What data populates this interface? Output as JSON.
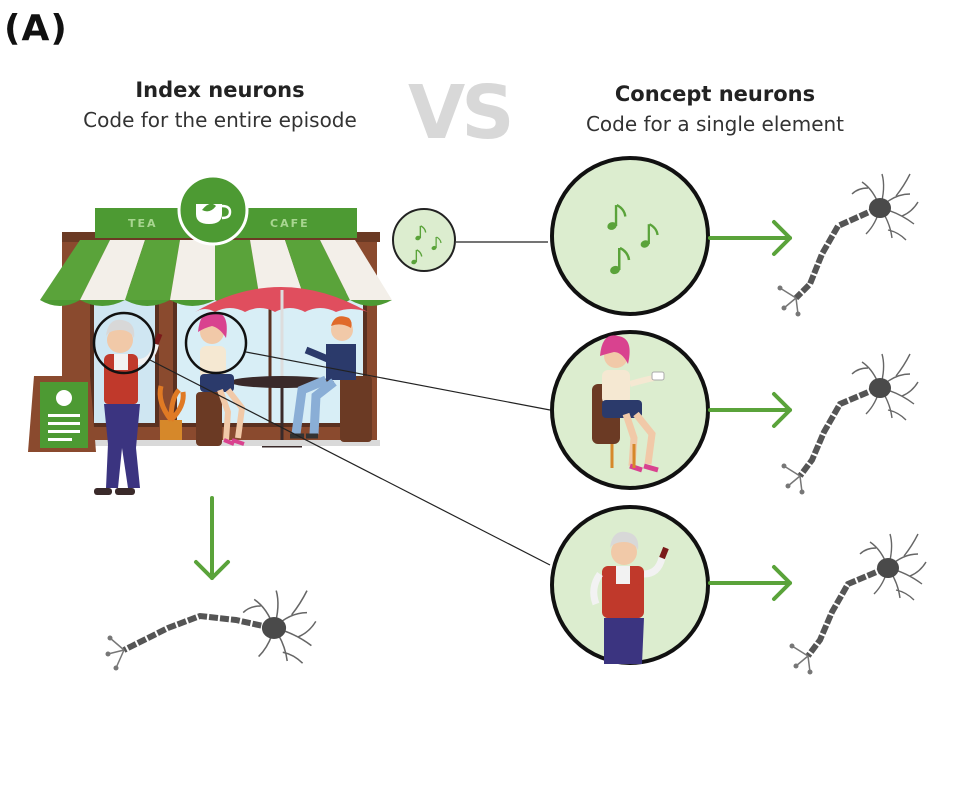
{
  "panel_label": "(A)",
  "vs_text": "VS",
  "left_heading": {
    "title": "Index neurons",
    "subtitle": "Code for the entire episode"
  },
  "right_heading": {
    "title": "Concept neurons",
    "subtitle": "Code for a single element"
  },
  "cafe_sign": {
    "left_word": "TEA",
    "right_word": "CAFE"
  },
  "concepts": [
    "music-notes",
    "woman-with-cup",
    "old-man-with-wine"
  ],
  "colors": {
    "green": "#5aa33a",
    "circle_fill": "#dcedcf",
    "awning_stripe": "#f3efe9",
    "umbrella": "#e04e5e",
    "neuron": "#555555"
  }
}
